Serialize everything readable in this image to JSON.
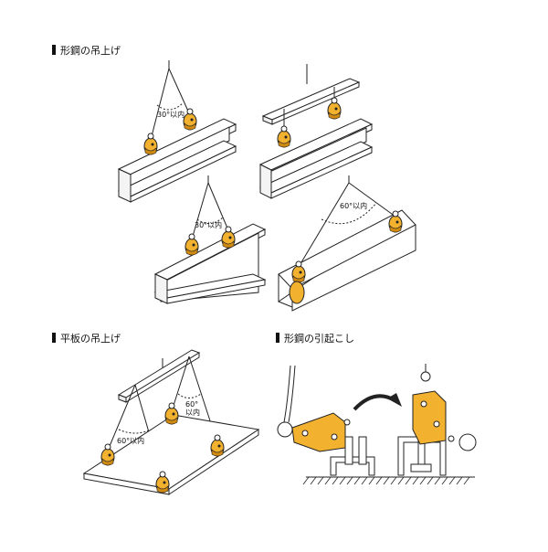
{
  "sections": {
    "shaped_steel_lifting": "形鋼の吊上げ",
    "plate_lifting": "平板の吊上げ",
    "shaped_steel_uprighting": "形鋼の引起こし"
  },
  "annotations": {
    "angle_30_a": "30°以内",
    "angle_30_b": "30°以内",
    "angle_60_a": "60°以内",
    "angle_60_b_line1": "60°",
    "angle_60_b_line2": "以内",
    "angle_60_c": "60°以内"
  },
  "colors": {
    "clamp": "#f2b12e",
    "clamp_shadow": "#d08a12",
    "line": "#222222"
  }
}
